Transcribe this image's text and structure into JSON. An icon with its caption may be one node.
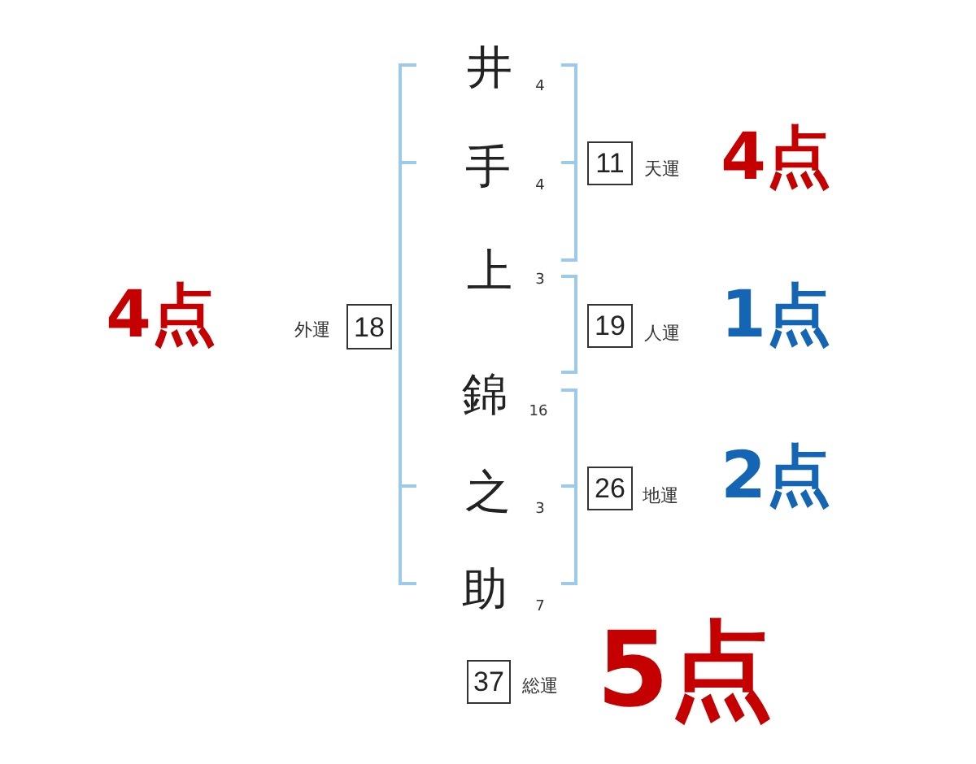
{
  "diagram": {
    "nodes": [
      {
        "text": [
          "11"
        ],
        "beside": [
          "天運",
          "4点"
        ]
      },
      {
        "text": [
          "18"
        ],
        "beside": [
          "4点",
          "外運"
        ]
      },
      {
        "text": [
          "19"
        ],
        "beside": [
          "人運",
          "1点"
        ]
      },
      {
        "text": [
          "26"
        ],
        "beside": [
          "地運",
          "2点"
        ]
      },
      {
        "text": [
          "37"
        ],
        "beside": [
          "総運",
          "5点"
        ]
      }
    ],
    "labels": [
      "井",
      "4",
      "手",
      "4",
      "上",
      "3",
      "錦",
      "16",
      "之",
      "3",
      "助",
      "7"
    ]
  }
}
